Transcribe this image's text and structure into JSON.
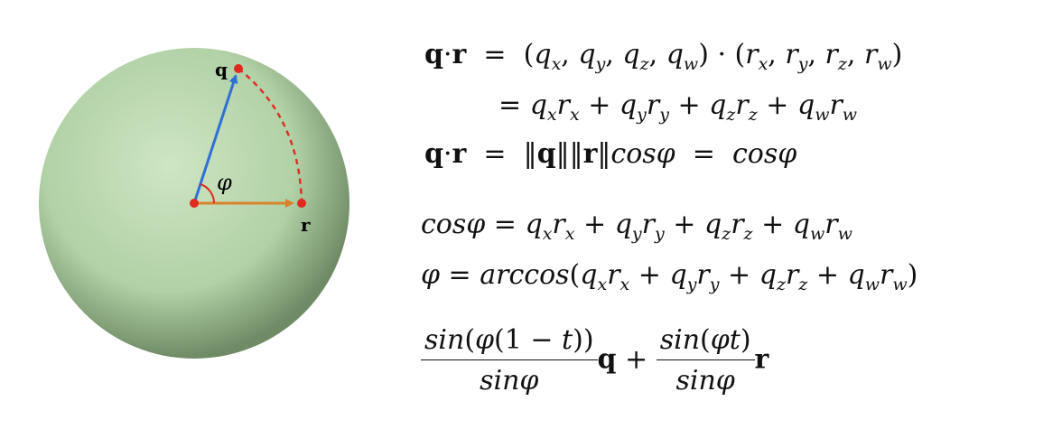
{
  "diagram": {
    "labels": {
      "q": "q",
      "r": "r",
      "phi": "φ"
    },
    "colors": {
      "sphere_light": "#cfe5c4",
      "sphere_mid": "#b1d1a6",
      "sphere_dark": "#6f8b66",
      "vector_q": "#2f6fd6",
      "vector_r": "#d9822b",
      "arc": "#e02a20",
      "points": "#e02a20",
      "angle_mark": "#e02a20"
    }
  },
  "equations": {
    "line1_lhs": "q·r",
    "line1_rhs": "(qx, qy, qz, qw) · (rx, ry, rz, rw)",
    "line2": "= qxrx + qyry + qzrz + qwrw",
    "line3": "q·r = ‖q‖‖r‖cosφ = cosφ",
    "line4": "cosφ = qxrx + qyry + qzrz + qwrw",
    "line5": "φ = arccos(qxrx + qyry + qzrz + qwrw)",
    "line6": "sin(φ(1 − t)) / sinφ q + sin(φt) / sinφ r"
  }
}
